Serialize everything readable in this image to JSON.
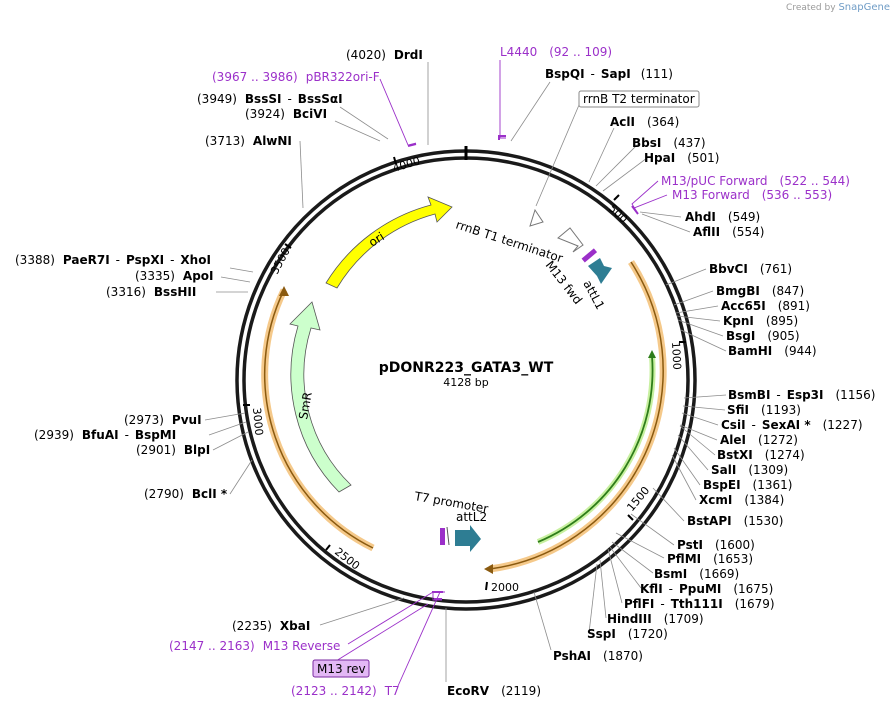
{
  "watermark": {
    "prefix": "Created by",
    "brand": "SnapGene"
  },
  "plasmid": {
    "name": "pDONR223_GATA3_WT",
    "length_label": "4128 bp",
    "length": 4128
  },
  "tick_labels": [
    "500",
    "1000",
    "1500",
    "2000",
    "2500",
    "3000",
    "3500",
    "4000"
  ],
  "enzymes": [
    {
      "id": "drdi",
      "name": "DrdI",
      "pos": "(4020)"
    },
    {
      "id": "bspqi",
      "name": "BspQI",
      "sep": "-",
      "name2": "SapI",
      "pos": "(111)"
    },
    {
      "id": "bsssi",
      "name": "BssSI",
      "sep": "-",
      "name2": "BssSαI",
      "pos": "(3949)"
    },
    {
      "id": "bcivi",
      "name": "BciVI",
      "pos": "(3924)"
    },
    {
      "id": "acli",
      "name": "AclI",
      "pos": "(364)"
    },
    {
      "id": "bbsi",
      "name": "BbsI",
      "pos": "(437)"
    },
    {
      "id": "hpai",
      "name": "HpaI",
      "pos": "(501)"
    },
    {
      "id": "alwni",
      "name": "AlwNI",
      "pos": "(3713)"
    },
    {
      "id": "ahdi",
      "name": "AhdI",
      "pos": "(549)"
    },
    {
      "id": "aflii",
      "name": "AflII",
      "pos": "(554)"
    },
    {
      "id": "paer7i",
      "name": "PaeR7I",
      "sep": "-",
      "name2": "PspXI",
      "sep2": "-",
      "name3": "XhoI",
      "pos": "(3388)"
    },
    {
      "id": "apoi",
      "name": "ApoI",
      "pos": "(3335)"
    },
    {
      "id": "bsshii",
      "name": "BssHII",
      "pos": "(3316)"
    },
    {
      "id": "bbvci",
      "name": "BbvCI",
      "pos": "(761)"
    },
    {
      "id": "bmgbi",
      "name": "BmgBI",
      "pos": "(847)"
    },
    {
      "id": "acc65i",
      "name": "Acc65I",
      "pos": "(891)"
    },
    {
      "id": "kpni",
      "name": "KpnI",
      "pos": "(895)"
    },
    {
      "id": "bsgi",
      "name": "BsgI",
      "pos": "(905)"
    },
    {
      "id": "bamhi",
      "name": "BamHI",
      "pos": "(944)"
    },
    {
      "id": "bsmbi",
      "name": "BsmBI",
      "sep": "-",
      "name2": "Esp3I",
      "pos": "(1156)"
    },
    {
      "id": "sfii",
      "name": "SfiI",
      "pos": "(1193)"
    },
    {
      "id": "csii",
      "name": "CsiI",
      "sep": "-",
      "name2": "SexAI *",
      "pos": "(1227)"
    },
    {
      "id": "alei",
      "name": "AleI",
      "pos": "(1272)"
    },
    {
      "id": "bstxi",
      "name": "BstXI",
      "pos": "(1274)"
    },
    {
      "id": "sali",
      "name": "SalI",
      "pos": "(1309)"
    },
    {
      "id": "bspei",
      "name": "BspEI",
      "pos": "(1361)"
    },
    {
      "id": "xcmi",
      "name": "XcmI",
      "pos": "(1384)"
    },
    {
      "id": "pvui",
      "name": "PvuI",
      "pos": "(2973)"
    },
    {
      "id": "bfuai",
      "name": "BfuAI",
      "sep": "-",
      "name2": "BspMI",
      "pos": "(2939)"
    },
    {
      "id": "blpi",
      "name": "BlpI",
      "pos": "(2901)"
    },
    {
      "id": "bcli",
      "name": "BclI *",
      "pos": "(2790)"
    },
    {
      "id": "bstapi",
      "name": "BstAPI",
      "pos": "(1530)"
    },
    {
      "id": "psti",
      "name": "PstI",
      "pos": "(1600)"
    },
    {
      "id": "pflmi",
      "name": "PflMI",
      "pos": "(1653)"
    },
    {
      "id": "bsmi",
      "name": "BsmI",
      "pos": "(1669)"
    },
    {
      "id": "kfli",
      "name": "KflI",
      "sep": "-",
      "name2": "PpuMI",
      "pos": "(1675)"
    },
    {
      "id": "pflfi",
      "name": "PflFI",
      "sep": "-",
      "name2": "Tth111I",
      "pos": "(1679)"
    },
    {
      "id": "hindiii",
      "name": "HindIII",
      "pos": "(1709)"
    },
    {
      "id": "sspi",
      "name": "SspI",
      "pos": "(1720)"
    },
    {
      "id": "xbai",
      "name": "XbaI",
      "pos": "(2235)"
    },
    {
      "id": "pshai",
      "name": "PshAI",
      "pos": "(1870)"
    },
    {
      "id": "ecorv",
      "name": "EcoRV",
      "pos": "(2119)"
    }
  ],
  "primers": [
    {
      "id": "l4440",
      "name": "L4440",
      "range": "(92 .. 109)"
    },
    {
      "id": "pbr322ori",
      "name": "pBR322ori-F",
      "range": "(3967 .. 3986)"
    },
    {
      "id": "m13puc",
      "name": "M13/pUC Forward",
      "range": "(522 .. 544)"
    },
    {
      "id": "m13fwd",
      "name": "M13 Forward",
      "range": "(536 .. 553)"
    },
    {
      "id": "m13rev",
      "name": "M13 Reverse",
      "range": "(2147 .. 2163)"
    },
    {
      "id": "t7",
      "name": "T7",
      "range": "(2123 .. 2142)"
    }
  ],
  "boxed_labels": {
    "rrnb_t2": "rrnB T2 terminator",
    "m13_rev": "M13 rev"
  },
  "features": {
    "ori": "ori",
    "smr": "SmR",
    "rrnb_t1": "rrnB T1 terminator",
    "m13_fwd": "M13 fwd",
    "attl1": "attL1",
    "t7_promoter": "T7 promoter",
    "attl2": "attL2"
  },
  "colors": {
    "ori": "#ffff00",
    "smr": "#ccffcc",
    "orf_fill": "#f5c98a",
    "orf_line": "#c87f1a",
    "insert_line": "#2e7d1a",
    "insert_glow": "#c8f0a0",
    "att": "#2e7d93",
    "primer": "#9b30c9"
  }
}
